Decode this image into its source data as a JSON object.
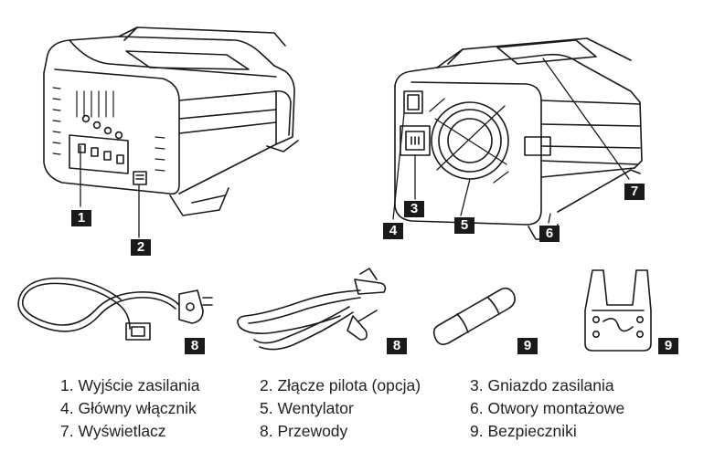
{
  "callouts": [
    "1",
    "2",
    "3",
    "4",
    "5",
    "6",
    "7",
    "8",
    "8",
    "9",
    "9"
  ],
  "legend": [
    [
      "1. Wyjście zasilania",
      "2. Złącze pilota (opcja)",
      "3. Gniazdo zasilania"
    ],
    [
      "4. Główny włącznik",
      "5. Wentylator",
      "6. Otwory montażowe"
    ],
    [
      "7. Wyświetlacz",
      "8. Przewody",
      "9. Bezpieczniki"
    ]
  ],
  "colors": {
    "stroke": "#1a1a1a",
    "label_bg": "#1a1a1a",
    "label_text": "#ffffff"
  }
}
